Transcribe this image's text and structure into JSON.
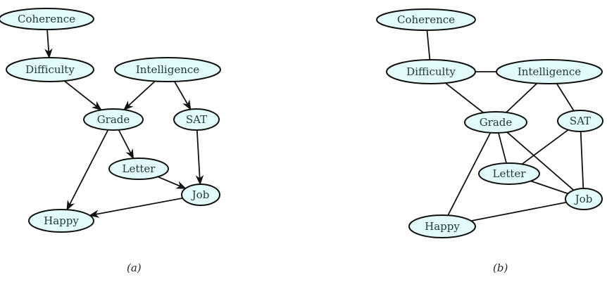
{
  "graphs": [
    {
      "caption": "(a)",
      "directed": true,
      "nodes": [
        "Coherence",
        "Difficulty",
        "Intelligence",
        "Grade",
        "SAT",
        "Letter",
        "Job",
        "Happy"
      ],
      "edges": [
        [
          "Coherence",
          "Difficulty"
        ],
        [
          "Difficulty",
          "Grade"
        ],
        [
          "Intelligence",
          "Grade"
        ],
        [
          "Intelligence",
          "SAT"
        ],
        [
          "Grade",
          "Letter"
        ],
        [
          "Grade",
          "Happy"
        ],
        [
          "SAT",
          "Job"
        ],
        [
          "Letter",
          "Job"
        ],
        [
          "Job",
          "Happy"
        ]
      ]
    },
    {
      "caption": "(b)",
      "directed": false,
      "nodes": [
        "Coherence",
        "Difficulty",
        "Intelligence",
        "Grade",
        "SAT",
        "Letter",
        "Job",
        "Happy"
      ],
      "edges": [
        [
          "Coherence",
          "Difficulty"
        ],
        [
          "Difficulty",
          "Intelligence"
        ],
        [
          "Difficulty",
          "Grade"
        ],
        [
          "Intelligence",
          "Grade"
        ],
        [
          "Intelligence",
          "SAT"
        ],
        [
          "Grade",
          "Letter"
        ],
        [
          "Grade",
          "Job"
        ],
        [
          "Grade",
          "Happy"
        ],
        [
          "SAT",
          "Letter"
        ],
        [
          "SAT",
          "Job"
        ],
        [
          "Letter",
          "Job"
        ],
        [
          "Job",
          "Happy"
        ]
      ]
    }
  ],
  "colors": {
    "node_fill": "#e2fafa",
    "stroke": "#111111"
  }
}
